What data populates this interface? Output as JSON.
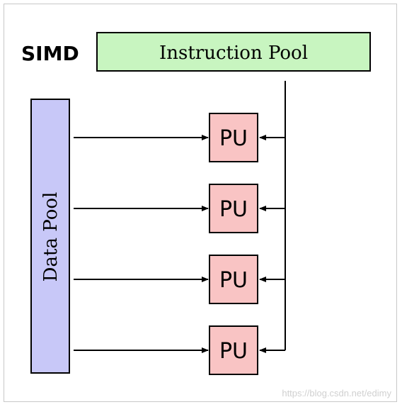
{
  "diagram": {
    "title": "SIMD",
    "instruction_pool_label": "Instruction Pool",
    "data_pool_label": "Data Pool",
    "processing_units": [
      {
        "label": "PU"
      },
      {
        "label": "PU"
      },
      {
        "label": "PU"
      },
      {
        "label": "PU"
      }
    ],
    "watermark": "https://blog.csdn.net/edimy"
  },
  "colors": {
    "instruction_pool_fill": "#c8f5c0",
    "data_pool_fill": "#c8c8f8",
    "pu_fill": "#f9c4c4",
    "stroke": "#000000",
    "frame_border": "#c8c8c8",
    "watermark": "#d0d0d0"
  }
}
